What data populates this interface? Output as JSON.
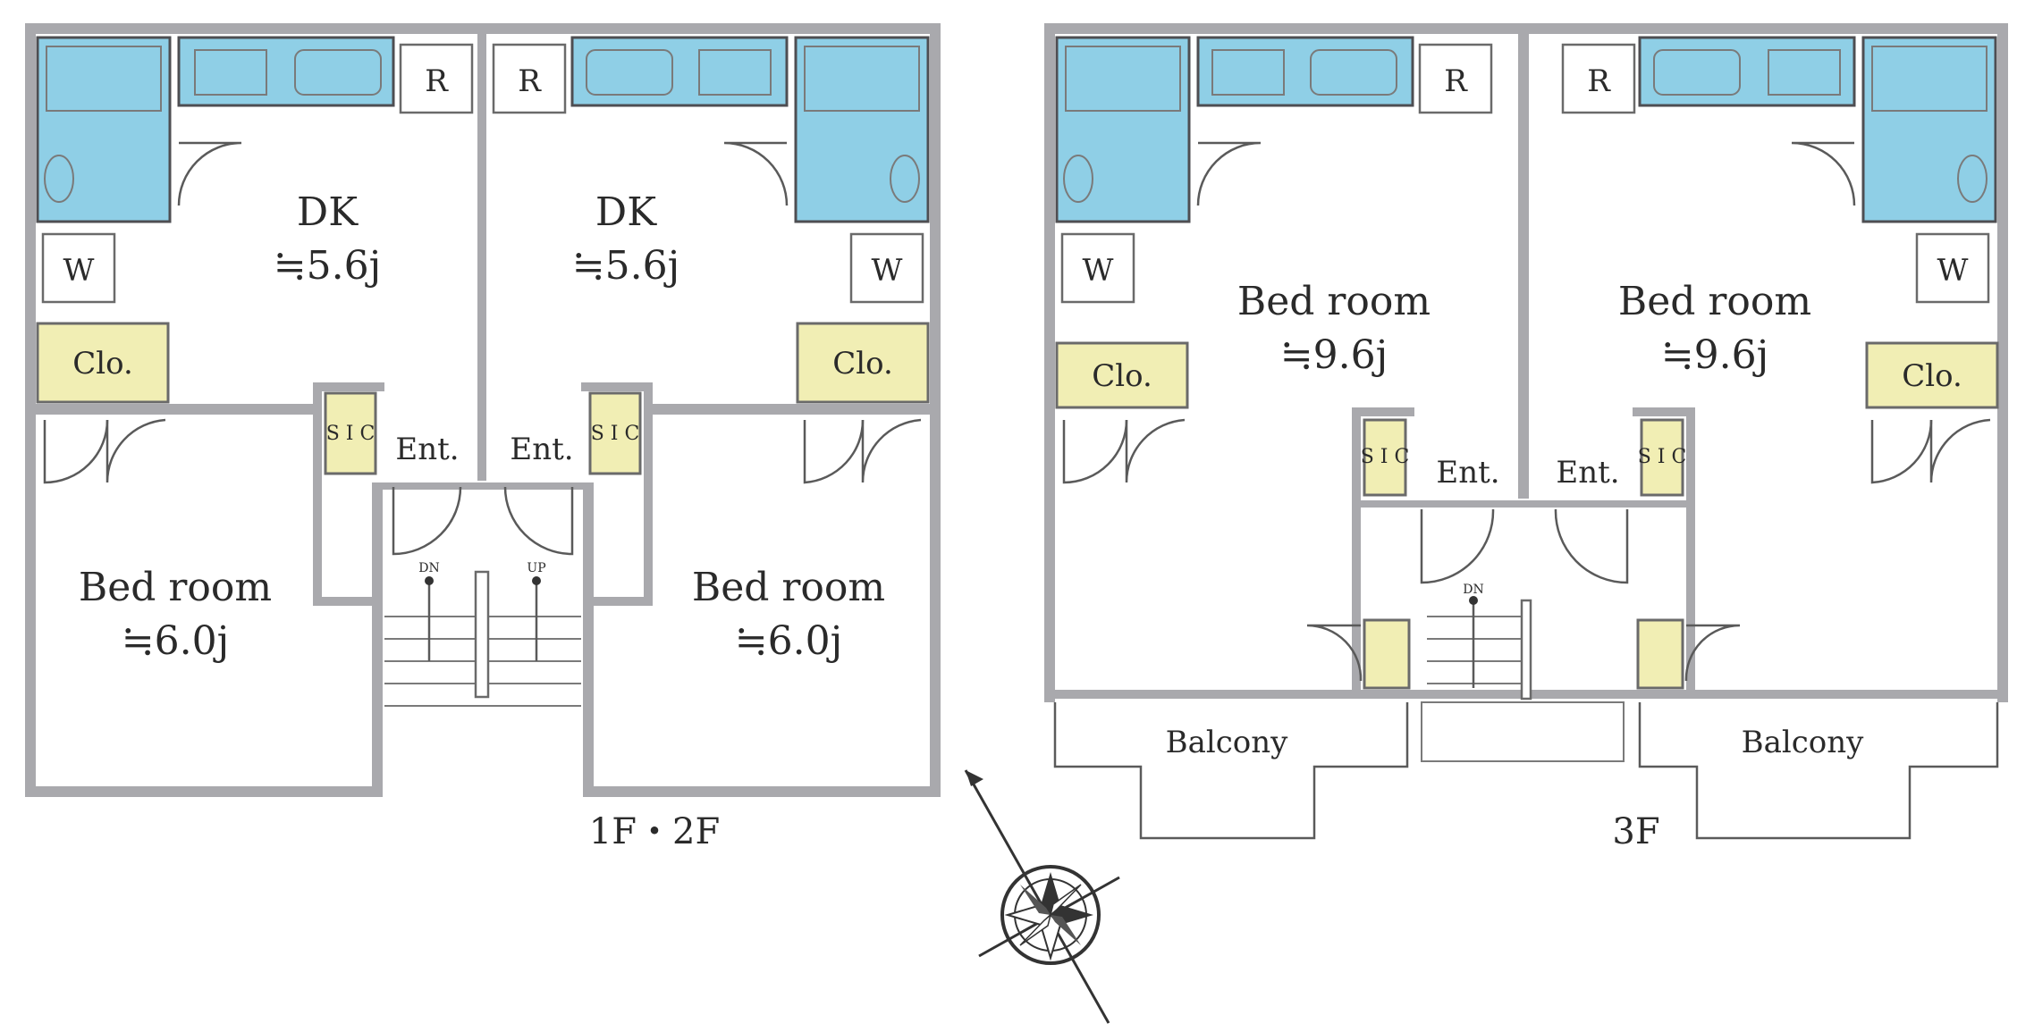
{
  "plan": {
    "floor_1f2f": {
      "label": "1F・2F",
      "unit_left": {
        "dk_label": "DK",
        "dk_area": "≒5.6j",
        "bed_label": "Bed room",
        "bed_area": "≒6.0j",
        "closet": "Clo.",
        "washer": "W",
        "fridge": "R",
        "entrance": "Ent.",
        "shoe": "S I C"
      },
      "unit_right": {
        "dk_label": "DK",
        "dk_area": "≒5.6j",
        "bed_label": "Bed room",
        "bed_area": "≒6.0j",
        "closet": "Clo.",
        "washer": "W",
        "fridge": "R",
        "entrance": "Ent.",
        "shoe": "S I C"
      },
      "stair_left": "DN",
      "stair_right": "UP"
    },
    "floor_3f": {
      "label": "3F",
      "unit_left": {
        "bed_label": "Bed room",
        "bed_area": "≒9.6j",
        "closet": "Clo.",
        "washer": "W",
        "fridge": "R",
        "entrance": "Ent.",
        "shoe": "S I C",
        "balcony": "Balcony"
      },
      "unit_right": {
        "bed_label": "Bed room",
        "bed_area": "≒9.6j",
        "closet": "Clo.",
        "washer": "W",
        "fridge": "R",
        "entrance": "Ent.",
        "shoe": "S I C",
        "balcony": "Balcony"
      },
      "stair": "DN"
    },
    "colors": {
      "wall": "#a9a9ad",
      "bath": "#8fcfe6",
      "closet": "#f1eeb4"
    }
  }
}
